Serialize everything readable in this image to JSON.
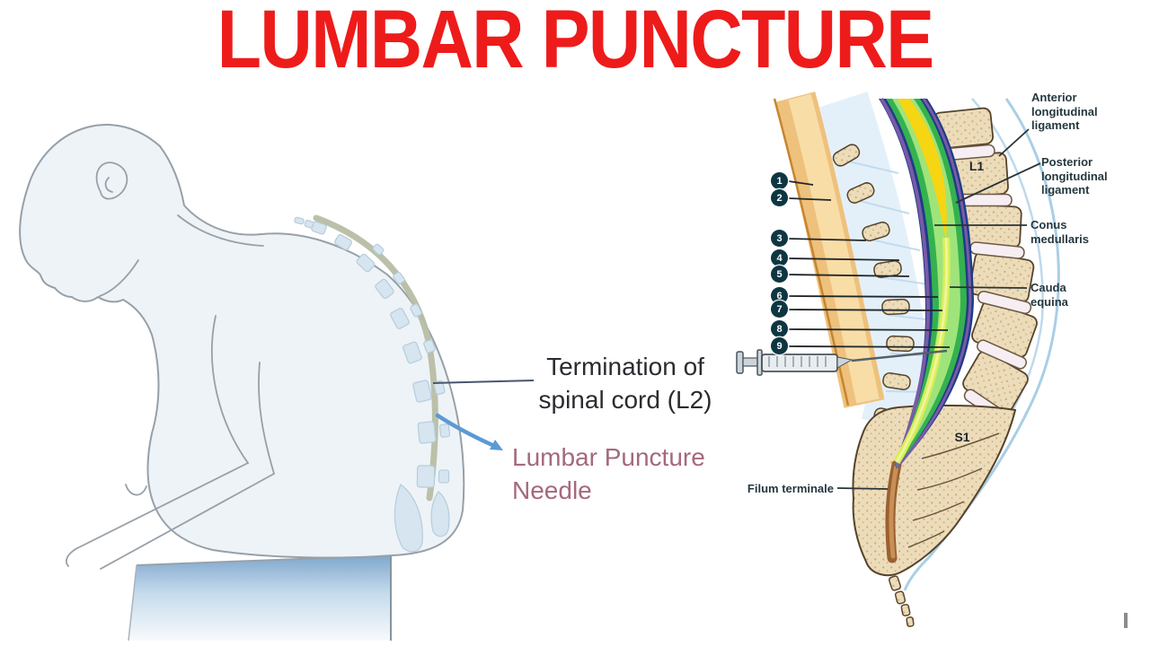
{
  "title": {
    "text": "LUMBAR PUNCTURE"
  },
  "colors": {
    "title_red": "#ee1b1b",
    "needle_mauve": "#a4697f",
    "termination_dark": "#2b2b31",
    "label_teal": "#25383f",
    "marker_bg": "#0e3642",
    "marker_text": "#ffffff"
  },
  "annotations": {
    "termination": {
      "lines": [
        "Termination of",
        "spinal cord (L2)"
      ]
    },
    "needle": {
      "lines": [
        "Lumbar Puncture",
        "Needle"
      ]
    }
  },
  "right_diagram": {
    "labels": {
      "anterior": {
        "lines": [
          "Anterior",
          "longitudinal",
          "ligament"
        ]
      },
      "posterior": {
        "lines": [
          "Posterior",
          "longitudinal",
          "ligament"
        ]
      },
      "conus": {
        "lines": [
          "Conus",
          "medullaris"
        ]
      },
      "cauda": {
        "lines": [
          "Cauda",
          "equina"
        ]
      },
      "filum": "Filum terminale"
    },
    "vertebrae": {
      "l1": "L1",
      "s1": "S1"
    },
    "markers": [
      "1",
      "2",
      "3",
      "4",
      "5",
      "6",
      "7",
      "8",
      "9"
    ]
  }
}
